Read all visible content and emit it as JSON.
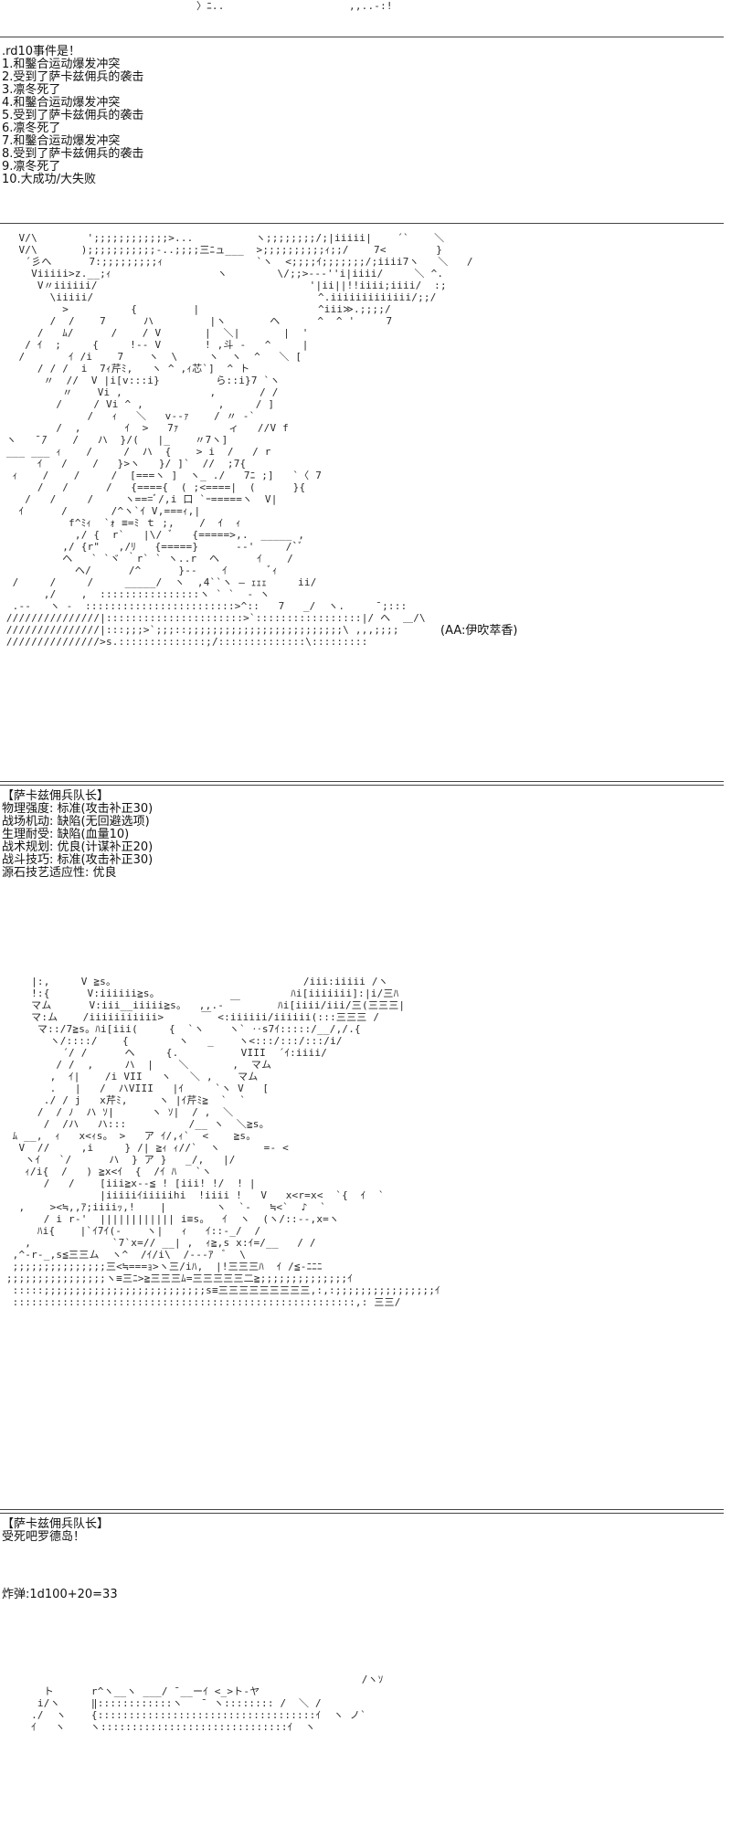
{
  "top_fragment": "〉ﾆ..                    ,,..-:!",
  "roll_section": {
    "header": ".rd10事件是！",
    "items": [
      "1.和鑿合运动爆发冲突",
      "2.受到了萨卡兹佣兵的袭击",
      "3.凛冬死了",
      "4.和鑿合运动爆发冲突",
      "5.受到了萨卡兹佣兵的袭击",
      "6.凛冬死了",
      "7.和鑿合运动爆发冲突",
      "8.受到了萨卡兹佣兵的袭击",
      "9.凛冬死了",
      "10.大成功/大失败"
    ]
  },
  "aa_credit": "(AA:伊吹萃香)",
  "stats_section": {
    "name": "【萨卡兹佣兵队长】",
    "lines": [
      "物理强度: 标准(攻击补正30)",
      "战场机动: 缺陷(无回避选项)",
      "生理耐受: 缺陷(血量10)",
      "战术规划: 优良(计谋补正20)",
      "战斗技巧: 标准(攻击补正30)",
      "源石技艺适应性: 优良"
    ]
  },
  "speech_section": {
    "name": "【萨卡兹佣兵队长】",
    "line": "受死吧罗德岛！"
  },
  "bomb_roll": "炸弹:1d100+20=33",
  "ascii_art": {
    "art1": "   V/\\        ';;;;;;;;;;;;>...          ヽ;;;;;;;;/;|iiiii|    ´`    ＼\n   V/\\       );;;;;;;;;;;-..;;;;三ﾆュ___  >;;;;;;;;;;ｨ;;/    7<        }\n    ´彡へ      7:;;;;;;;;;ｨ               `ヽ  <;;;;ｲ;;;;;;;/;iiii7ヽ   ＼   /\n     Viiiii>z.__;ｨ                 ヽ        \\/;;>---''i|iiii/     ＼ ^.\n      V〃iiiiii/                                  '|ii||!!iiii;iiii/  :;\n        \\iiiii/                                    ^.iiiiiiiiiiiii/;;/\n          >          {         |                   ^iii≫.;;;;/\n        /  /    7      ハ         |ヽ       ヘ      ^  ^ '     7\n      /   ﾑ/      /    / V       |  ＼|       |  '\n    / ｲ  ;     {     !-- V       ! ,斗 -   ^     |\n   /       ｲ /i    7    ヽ  \\     ヽ  ヽ  ^   ＼ [\n      / / /  i  7ｨ芹ﾐ,   ヽ ^ ,ｨ芯`]  ^ ト\n       〃  //  V |i[v:::i}         ら::i}7 `ヽ\n          〃    Vi ,              ,       / /\n         /     / Vi ^ ,            ,     / ]\n              /   ｨ   ＼   v--ｧ    / 〃 -`\n         /  ,       ｲ  >   7ｧ        ィ   //V f\n ヽ   ̄ ̄/    /   ハ  }/(   |_    〃7ヽ]\n ___ ___ ｨ    /     /  ハ  {    > i  /   / r\n      ｲ   /    /   }>ヽ   }/ ]`  //  ;7{\n  ｨ    /    /     /  [===ヽ ]  ヽ_ ./   7ﾆ ;]   `〈 7\n      /   /      /   {===={  ( ;<====|  (      }{\n    /   /     /     ヽ===ﾞ/,i 口 `ｰ=====ヽ  V|\n   ｲ      /       /^ヽ`ｲ V,===ｨ,|\n           f^ﾐｨ  `ｫ ≡=ﾐ ｔ ;,    /  ｲ  ｨ\n            ,/ {  r`   |\\/ ﾞ   {=====>,.  _____ ,\n          ,/ {r\"   ,/ﾘ   {=====}      --'     /`ﾞ\n          ヘ   ` `ヾ ｀r` ` ヽ..r  ヘ      ｲ    /\n            ヘ/      /^      }--    ｲ       ﾞｨ\n  /     /     /     _____/  ヽ  ,4``ヽ ― ｪｪｪ     ii/\n       ,/    ,  ::::::::::::::::ヽ ` `  - ヽ\n  .--   ヽ -  ::::::::::::::::::::::::>^::   7   _/  ヽ.     ̄ ;:::\n ///////////////|::::::::::::::::::::::>`:::::::::::::::::|/ ヘ  ＿/\\\n ///////////////|:::;;;>`;;;::;;;;;;;;;;;;;;;;;;;;;;;;;\\ ,,,;;;;\n ///////////////>s.::::::::::::::;/::::::::::::::\\:::::::::",
    "art2": "     |:,     V ≧s。                              /iii:iiiii /ヽ\n     !:{      V:iiiiii≧s。                     ﾊi[iiiiiii]:|i/三ﾊ\n     マム      V:iii__iiiii≧s。  ,,.‐ ￣      ﾊi[iiii/iii/三(三三三|\n     マ:ム    /iiiiiiiiiii>      ￣ <:iiiiii/iiiiii(:::三三三 /\n      マ::/7≧s。ﾊi[iii(     {  `ヽ    ヽ` ‥s7ｲ:::::/__/,/.{\n        ヽ/::::/    {        ヽ   _    ヽ<:::/:::/:::/i/\n          ´/ /      ヘ     {.          VIII  ´ｲ:iiii/\n         / /  ,     ハ  |    ＼       ,  マム\n        ,  ｲ|    /i VII   ヽ   ＼ ,    マム\n        .   |   /  ハVIII   |ｲ     `ヽ V   [\n       ./ / j   x芹ﾐ,     ヽ |ｲ芹ﾐ≧  `  `\n      /  / ﾉ  ハ ｿ|      ヽ ｿ|  / ,  ＼\n       /  /ハ   ハ:::          /__ ヽ  ＼≧s。\n  ﾑ __,  ｨ   x<ｨs。 >   ア ｲ/,ｨ`  <    ≧s。\n   V  //     ,i     } /| ≧ｨ ｨ//`  ヽ       =- <\n    ヽｲ   `/      ハ  } ア }   _/,   |/\n    ｨ/i{  /   ) ≧x<ｲ  {  /ｲ ﾊ   `ヽ\n       /   /    [iii≧x--≦ ! [iii! !/  ! |\n                |iiiiiｲiiiiihi  !iiii !   V   x<r=x<  `{  ｲ  `\n   ,    ><≒,,ｱ;iiiiｯ,!    |        ヽ  `-   ≒<`  ♪  `\n       / i r‐'  |||||||||||| i≡s。  ｲ  ヽ  (ヽ/::--,x=ヽ\n      ﾊi{    |`ｲ7ｲ(-    ヽ|   ｨ   ｲ::-_/  / \n    ,             `7`x=// __| ,  ｨ≧,s x:ｲ=/__   / / \n  ,^-r‐_,s≦三三ム  ヽ^  /ｲ/i\\  /‐--ｱ  ﾞ  \\ \n  ;;;;;;;;;;;;;;;三<≒===ｮ>ヽ三/iﾊ,  |!三三三ﾊ  ｲ /≦-ﾆﾆﾆ\n ;;;;;;;;;;;;;;;;ヽ≡三ﾆ>≧三三三ﾑ=三三三三三二≧;;;;;;;;;;;;;;ｲ\n  :::::;;;;;;;;;;;;;;;;;;;;;;;;;;s≡三三三三三三三三三,:,:;;;;;;;;;;;;;;;;ｲ\n  :::::::::::::::::::::::::::::::::::::::::::::::::::::::,: 三三/",
    "art3": "                                                          /ヽｿ\n       ト      r^ヽ__ヽ ___/ ̄ __ーｲ <_>ト-ヤ\n      i/ヽ     ‖::::::::::::ヽ   ̄  ヽ:::::::: /  ＼ /\n     ./  ヽ    {:::::::::::::::::::::::::::::::::::ｲ  ヽ ノ`\n     ｲ   ヽ    ヽ::::::::::::::::::::::::::::::ｲ  ヽ\n"
  },
  "colors": {
    "text": "#111111",
    "art": "#2a2a2a",
    "rule": "#444444",
    "background": "#ffffff"
  }
}
